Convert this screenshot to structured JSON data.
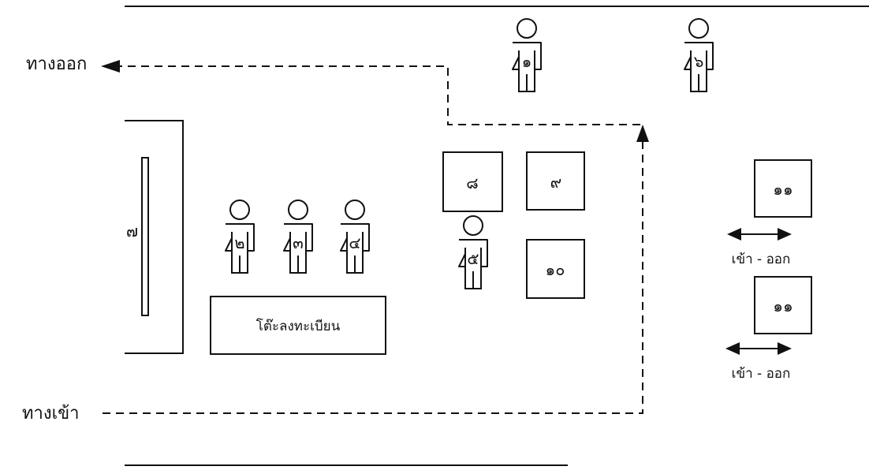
{
  "labels": {
    "exit": "ทางออก",
    "entrance": "ทางเข้า",
    "desk": "โต๊ะลงทะเบียน",
    "in_out": "เข้า - ออก"
  },
  "persons": [
    "๑",
    "๒",
    "๓",
    "๔",
    "๕",
    "๖"
  ],
  "boxes": {
    "seven": "๗",
    "eight": "๘",
    "nine": "๙",
    "ten": "๑๐",
    "eleven_a": "๑๑",
    "eleven_b": "๑๑"
  }
}
